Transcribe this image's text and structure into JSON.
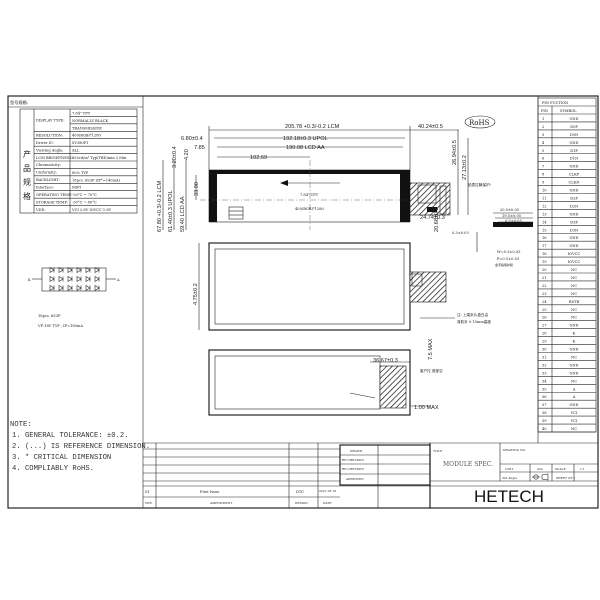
{
  "spec": {
    "title": "型号规格:",
    "side_label": "产品规格",
    "rows": [
      {
        "label": "DISPLAY TYPE:",
        "values": [
          "7.84\" TFT",
          "NORMALLY BLACK",
          "TRANSMISSIVE"
        ]
      },
      {
        "label": "RESOLUTION:",
        "values": [
          "400(RGB)*1280"
        ]
      },
      {
        "label": "Driver IC:",
        "values": [
          "SY380P1"
        ]
      },
      {
        "label": "Viewing Angle:",
        "values": [
          "ALL"
        ]
      },
      {
        "label": "LCM BRIGHTNESS:",
        "values": [
          "850cd/m² Typ(TBD)min 2.Min"
        ]
      },
      {
        "label": "Chromaticity:",
        "values": [
          ""
        ]
      },
      {
        "label": "Uniformity:",
        "values": [
          "80% TYP"
        ]
      },
      {
        "label": "BACKLIGHT:",
        "values": [
          "18pcs, 6S3P (IF*=140mA)"
        ]
      },
      {
        "label": "Interface:",
        "values": [
          "MIPI"
        ]
      },
      {
        "label": "OPERATING TEMP:",
        "values": [
          "-20°C ~ 70°C"
        ]
      },
      {
        "label": "STORAGE TEMP:",
        "values": [
          "-30°C ~ 80°C"
        ]
      },
      {
        "label": "VDD:",
        "values": [
          "VCI 2.8V  IOVCC 1.8V"
        ]
      }
    ]
  },
  "backlight": {
    "cathode": "K",
    "anode": "A",
    "line1": "18pcs, 6S3P",
    "line2": "VF:18V TYP ; IF=180mA"
  },
  "notes": {
    "title": "NOTE:",
    "items": [
      "1. GENERAL TOLERANCE: ±0.2.",
      "2. (...) IS REFERENCE DIMENSION.",
      "3. * CRITICAL DIMENSION",
      "4. COMPLIABLY RoHS."
    ]
  },
  "drawing": {
    "dims": {
      "lcm_w": "205.78 +0.3/-0.2 LCM",
      "upol_w": "192.18±0.3 UPOL",
      "aa_w": "190.08 LCD AA",
      "half": "102.69",
      "fpc_w": "40.24±0.5",
      "left1": "6.80±0.4",
      "left2": "7.85",
      "lcm_h": "67.80 +0.3/-0.2 LCM",
      "upol_h": "61.40±0.3 UPOL",
      "aa_h": "59.40 LCD AA",
      "top1": "3.20±0.4",
      "top2": "4.20",
      "mid": "33.90",
      "fpc_h": "26.94±0.5",
      "fpc_h2": "27.13±0.2",
      "conn": "24.74±0.3",
      "conn2": "20.68±0.2",
      "thick": "4.75±0.2",
      "max1": "7.5 MAX",
      "max2": "1.00 MAX",
      "fpc_t": "36.67±0.3",
      "pitch1": "20.5±0.05",
      "pitch2": "19.5±0.05",
      "pitch3": "0.5±0.05",
      "pitch4": "0.3±0.03",
      "w": "W=0.3±0.03",
      "p": "P=0.5±0.03"
    },
    "panel_label": "7.84\" TFT",
    "panel_res": "400(RGB)*1280",
    "rohs": "RoHS",
    "note_cn1": "贴麦拉膜保护/",
    "note_cn2": "注: 上端未片盒白由",
    "note_cn3": "背胶补 0.15mm高度",
    "note_cn4": "客户拉 底部空",
    "note_cn5": "金手指保护膜"
  },
  "pins": {
    "title": "PIN FUCTION",
    "col_pin": "PIN",
    "col_symbol": "SYMBOL",
    "symbols": [
      "GND",
      "D0P",
      "D0N",
      "GND",
      "D1P",
      "D1N",
      "GND",
      "CLKP",
      "CLKN",
      "GND",
      "D2P",
      "D2N",
      "GND",
      "D3P",
      "D3N",
      "GND",
      "GND",
      "IOVCC",
      "IOVCC",
      "NC",
      "NC",
      "NC",
      "NC",
      "RSTB",
      "NC",
      "NC",
      "GND",
      "K",
      "K",
      "GND",
      "NC",
      "GND",
      "GND",
      "NC",
      "A",
      "A",
      "GND",
      "VCI",
      "VCI",
      "NC"
    ]
  },
  "titleblock": {
    "rev": "01",
    "rev_desc": "First Issue",
    "rev_by": "DTC",
    "rev_date": "2021.03.18",
    "h_ver": "VER.",
    "h_amend": "AMENDMENT",
    "h_design": "DESIGN",
    "h_date": "DATE",
    "drawn": "DRAWN",
    "checked": "RE-CHECKED",
    "rechecked": "RE-CHECKED",
    "approved": "APPROVED",
    "title_label": "TITLE",
    "title": "MODULE SPEC.",
    "drawing_no": "DRAWING NO.",
    "unit_label": "UNIT",
    "unit": "mm",
    "scale_label": "SCALE",
    "scale": "1:1",
    "angle": "3rd Angle",
    "sheet": "SHEET  OF  1",
    "company": "HETECH"
  }
}
